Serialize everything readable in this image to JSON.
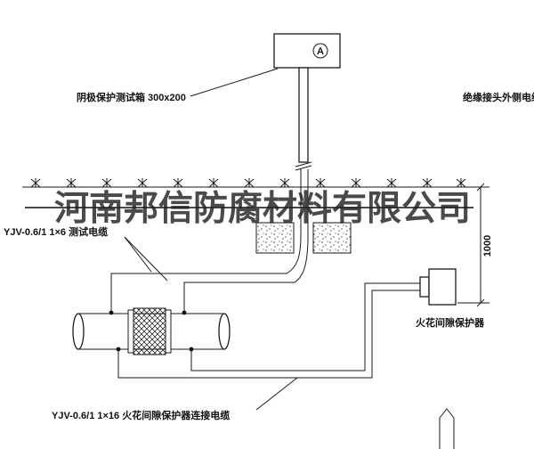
{
  "watermark": "河南邦信防腐材料有限公司",
  "labels": {
    "test_box": "阴极保护测试箱 300x200",
    "outer_cable": "绝缘接头外侧电缆",
    "test_cable": "YJV-0.6/1 1×6  测试电缆",
    "spark_gap_cable": "YJV-0.6/1 1×16  火花间隙保护器连接电缆",
    "spark_gap_protector": "火花间隙保护器",
    "ammeter": "A",
    "dimension_1000": "1000"
  },
  "colors": {
    "line": "#1a1a1a",
    "watermark": "#222222",
    "background": "#ffffff"
  }
}
